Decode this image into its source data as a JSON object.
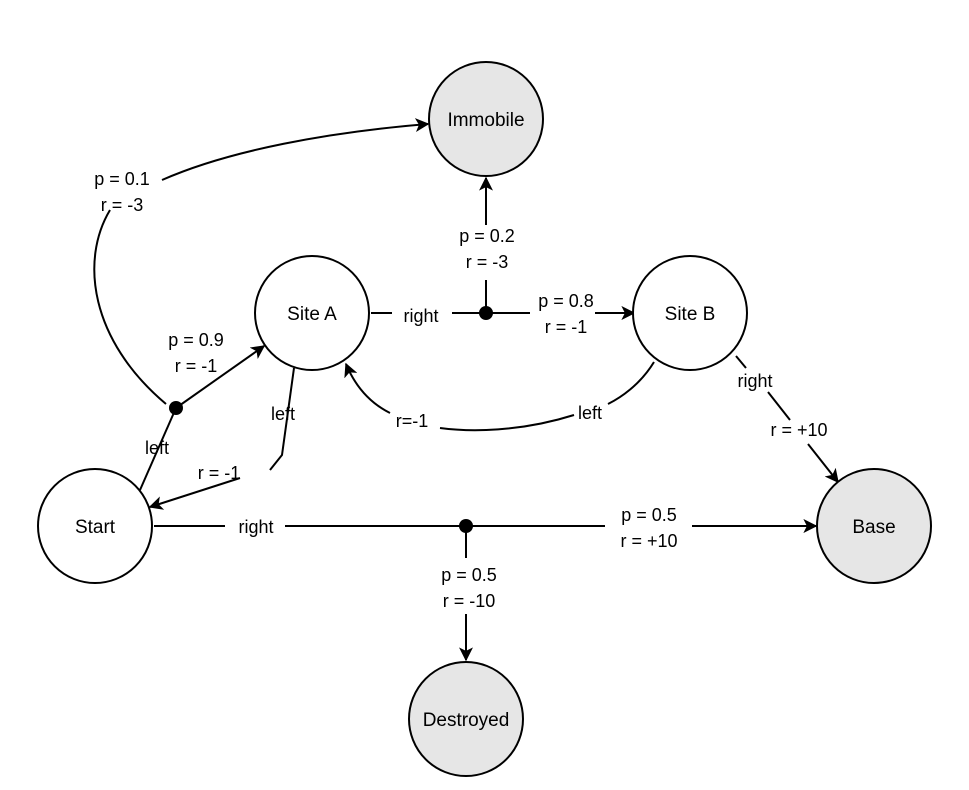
{
  "colors": {
    "state_fill": "#ffffff",
    "terminal_fill": "#e6e6e6",
    "stroke": "#000000"
  },
  "nodes": {
    "start": "Start",
    "site_a": "Site A",
    "site_b": "Site B",
    "immobile": "Immobile",
    "base": "Base",
    "destroyed": "Destroyed"
  },
  "edges": {
    "start_left": {
      "action": "left",
      "to_site_a": {
        "p": "p = 0.9",
        "r": "r = -1"
      },
      "to_immobile": {
        "p": "p = 0.1",
        "r": "r = -3"
      }
    },
    "start_right": {
      "action": "right",
      "to_base": {
        "p": "p = 0.5",
        "r": "r = +10"
      },
      "to_destroyed": {
        "p": "p = 0.5",
        "r": "r = -10"
      }
    },
    "site_a_left": {
      "action": "left",
      "r": "r = -1"
    },
    "site_a_right": {
      "action": "right",
      "to_immobile": {
        "p": "p = 0.2",
        "r": "r = -3"
      },
      "to_site_b": {
        "p": "p = 0.8",
        "r": "r = -1"
      }
    },
    "site_b_left": {
      "action": "left",
      "r": "r=-1"
    },
    "site_b_right": {
      "action": "right",
      "r": "r = +10"
    }
  }
}
